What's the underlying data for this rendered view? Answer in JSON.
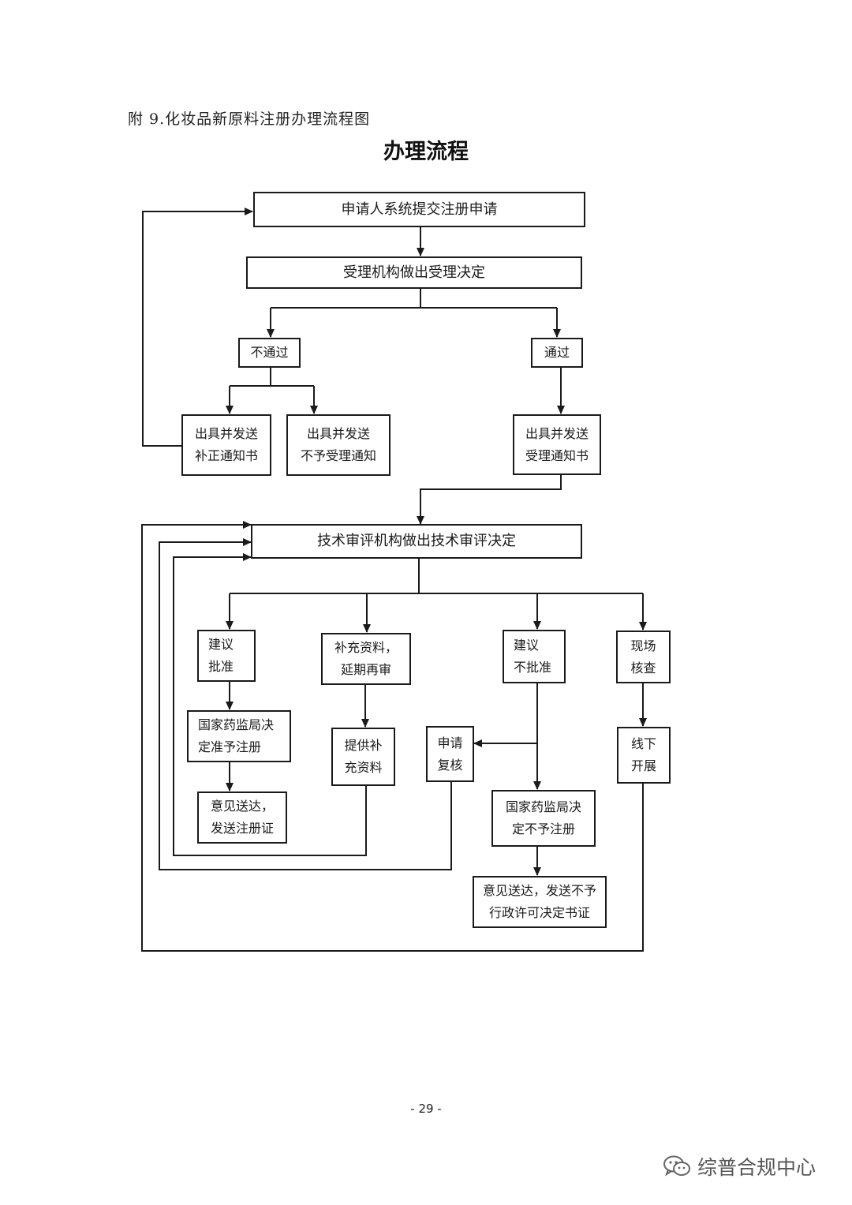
{
  "caption": "附 9.化妆品新原料注册办理流程图",
  "title": "办理流程",
  "nodes": {
    "submit": "申请人系统提交注册申请",
    "acceptance_decision": "受理机构做出受理决定",
    "not_passed": "不通过",
    "passed": "通过",
    "correction_notice": "出具并发送\n补正通知书",
    "rejection_notice": "出具并发送\n不予受理通知",
    "acceptance_notice": "出具并发送\n受理通知书",
    "tech_review": "技术审评机构做出技术审评决定",
    "recommend_approve": "建议\n批准",
    "supplement_delay": "补充资料，\n延期再审",
    "recommend_reject": "建议\n不批准",
    "site_inspection": "现场\n核查",
    "nmpa_approve": "国家药监局决\n定准予注册",
    "provide_supplement": "提供补\n充资料",
    "apply_review": "申请\n复核",
    "offline": "线下\n开展",
    "deliver_certificate": "意见送达，\n发送注册证",
    "nmpa_reject": "国家药监局决\n定不予注册",
    "deliver_rejection": "意见送达，发送不予\n行政许可决定书证"
  },
  "page_number": "- 29 -",
  "watermark": {
    "text": "综普合规中心",
    "icon": "wechat-icon"
  }
}
